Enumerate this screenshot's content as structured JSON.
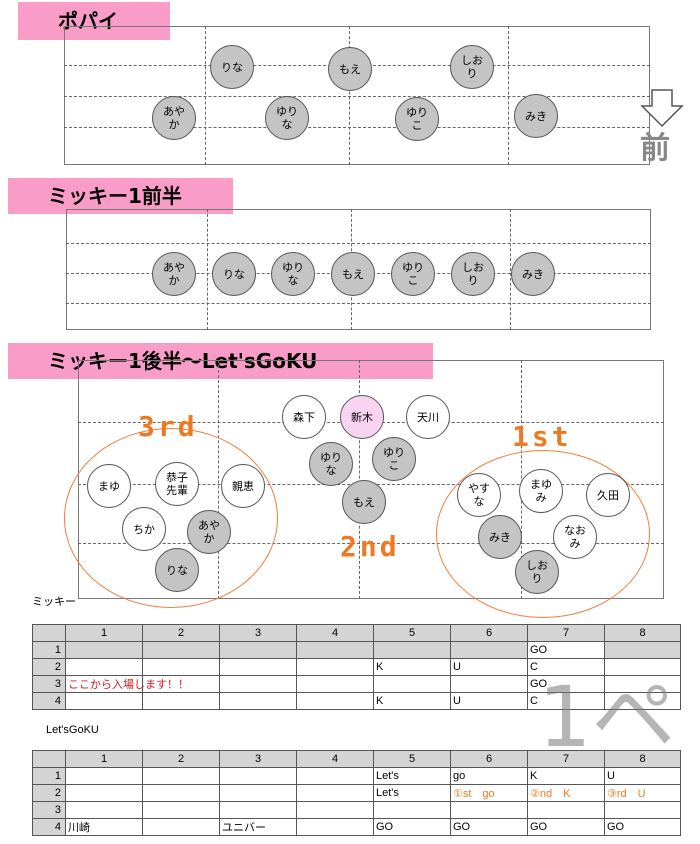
{
  "sections": {
    "popai": {
      "title": "ポパイ",
      "front_label": "前"
    },
    "mickey1_front": {
      "title": "ミッキー1前半"
    },
    "mickey1_back": {
      "title": "ミッキー1後半〜Let'sGoKU"
    }
  },
  "popai_members": {
    "rina": "りな",
    "moe": "もえ",
    "shiori": "しお\nり",
    "ayaka": "あや\nか",
    "yurina": "ゆり\nな",
    "yuriko": "ゆり\nこ",
    "miki": "みき"
  },
  "mickey_front_members": [
    "あや\nか",
    "りな",
    "ゆり\nな",
    "もえ",
    "ゆり\nこ",
    "しお\nり",
    "みき"
  ],
  "mickey_back": {
    "labels": {
      "third": "3rd",
      "second": "2nd",
      "first": "1st"
    },
    "center": {
      "morishita": "森下",
      "araki": "新木",
      "amakawa": "天川",
      "yurina": "ゆり\nな",
      "yuriko": "ゆり\nこ",
      "moe": "もえ"
    },
    "group3": {
      "mayu": "まゆ",
      "kyoko": "恭子\n先輩",
      "shinkei": "親恵",
      "chika": "ちか",
      "ayaka": "あや\nか",
      "rina": "りな"
    },
    "group1": {
      "yasuna": "やす\nな",
      "mayumi": "まゆ\nみ",
      "kubota": "久田",
      "miki": "みき",
      "naomi": "なお\nみ",
      "shiori": "しお\nり"
    }
  },
  "table1": {
    "caption": "ミッキー",
    "columns": [
      "1",
      "2",
      "3",
      "4",
      "5",
      "6",
      "7",
      "8"
    ],
    "rows": [
      {
        "num": "1",
        "cells": [
          "",
          "",
          "",
          "",
          "",
          "",
          "GO",
          ""
        ]
      },
      {
        "num": "2",
        "cells": [
          "",
          "",
          "",
          "",
          "K",
          "U",
          "C",
          ""
        ]
      },
      {
        "num": "3",
        "cells": [
          "ここから入場します！！",
          "",
          "",
          "",
          "",
          "",
          "GO",
          ""
        ]
      },
      {
        "num": "4",
        "cells": [
          "",
          "",
          "",
          "",
          "K",
          "U",
          "C",
          ""
        ]
      }
    ]
  },
  "table2": {
    "caption": "Let'sGoKU",
    "columns": [
      "1",
      "2",
      "3",
      "4",
      "5",
      "6",
      "7",
      "8"
    ],
    "rows": [
      {
        "num": "1",
        "cells": [
          "",
          "",
          "",
          "",
          "Let's",
          "go",
          "K",
          "U"
        ]
      },
      {
        "num": "2",
        "cells": [
          "",
          "",
          "",
          "",
          "Let's",
          "①st　go",
          "②nd　K",
          "③rd　U"
        ]
      },
      {
        "num": "3",
        "cells": [
          "",
          "",
          "",
          "",
          "",
          "",
          "",
          ""
        ]
      },
      {
        "num": "4",
        "cells": [
          "川崎",
          "",
          "ユニバー",
          "",
          "GO",
          "GO",
          "GO",
          "GO"
        ]
      }
    ]
  },
  "overlay": {
    "page_marker": "1ペ"
  },
  "colors": {
    "header_pink": "#f99cc8",
    "member_gray": "#c4c4c4",
    "accent_orange": "#f07820",
    "note_red": "#d0191c",
    "highlight_pink": "#f9d3f2"
  }
}
